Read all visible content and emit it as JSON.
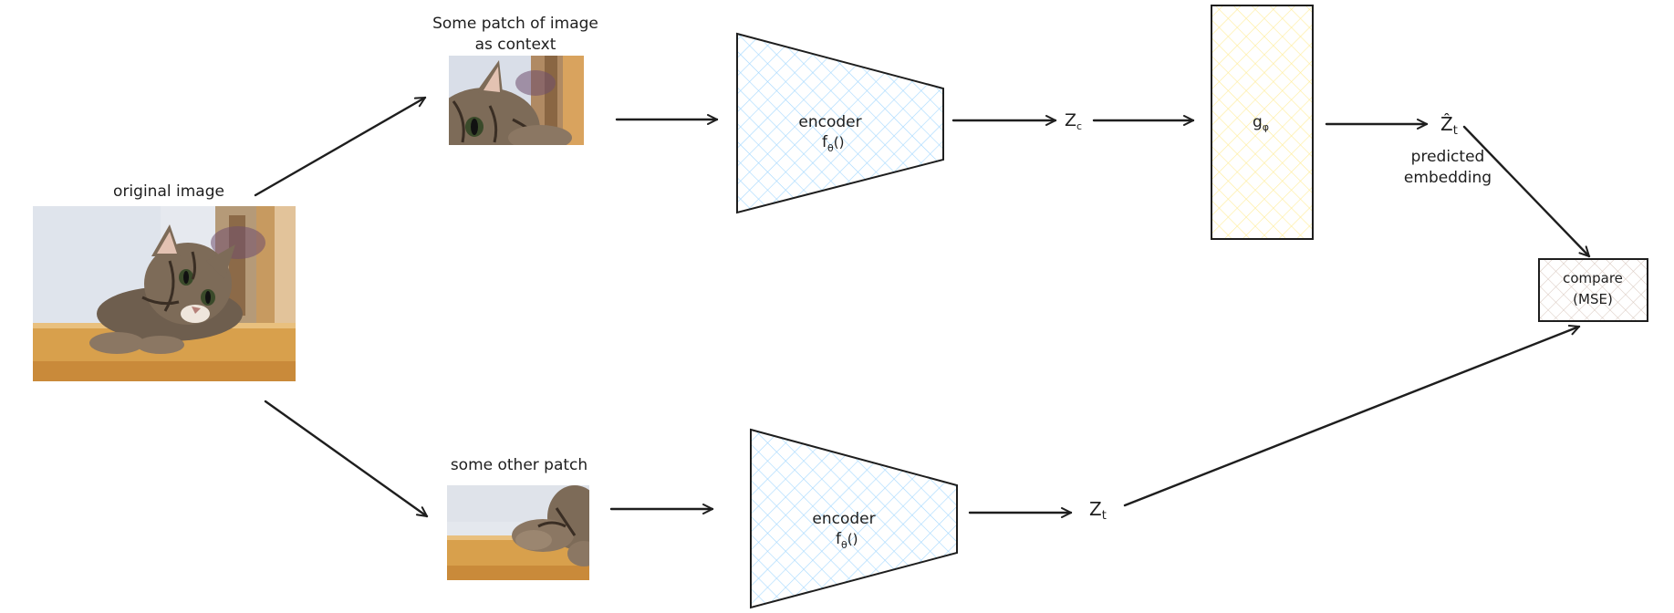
{
  "labels": {
    "original_image": "original image",
    "context_patch_line1": "Some patch of image",
    "context_patch_line2": "as context",
    "other_patch": "some other patch",
    "encoder_top_line1": "encoder",
    "encoder_top_line2": "f",
    "encoder_top_sub": "θ",
    "encoder_top_paren": "()",
    "encoder_bottom_line1": "encoder",
    "encoder_bottom_line2": "f",
    "encoder_bottom_sub": "θ",
    "encoder_bottom_paren": "()",
    "zc_main": "Z",
    "zc_sub": "c",
    "predictor_main": "g",
    "predictor_sub": "φ",
    "zhat_main": "Ẑ",
    "zhat_sub": "t",
    "predicted_line1": "predicted",
    "predicted_line2": "embedding",
    "zt_main": "Z",
    "zt_sub": "t",
    "compare_line1": "compare",
    "compare_line2": "(MSE)"
  },
  "colors": {
    "stroke": "#1e1e1e",
    "encoder_hatch": "#a5d8ff",
    "predictor_hatch": "#ffec99",
    "compare_hatch": "#d9c9c0",
    "wood": "#d39a45",
    "wall": "#e4e8ee",
    "cat_fur": "#7a6a58"
  },
  "icons": {
    "original_image": "cat-photo",
    "context_patch": "cat-face-photo-crop",
    "other_patch": "cat-paw-photo-crop"
  }
}
